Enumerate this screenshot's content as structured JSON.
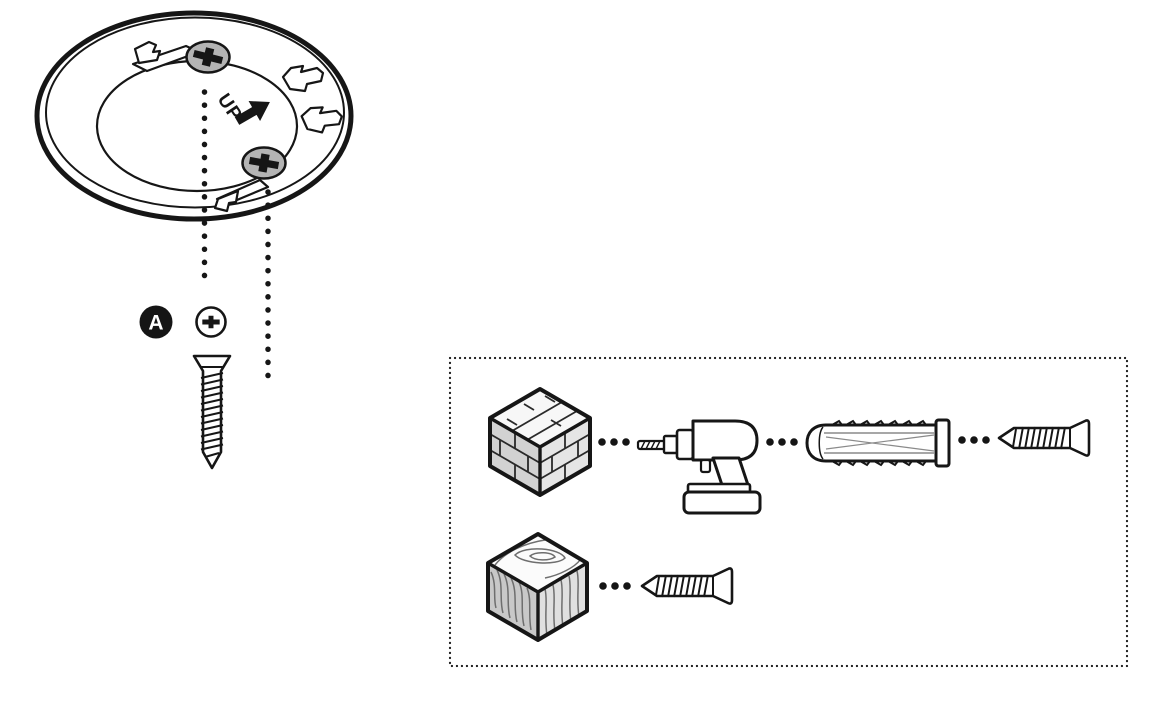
{
  "page": {
    "background": "#ffffff"
  },
  "colors": {
    "ink": "#161616",
    "screw_head_gray": "#b4b4b4",
    "brick_top": "#f7f7f7",
    "brick_left": "#d2d2d2",
    "brick_right": "#e5e5e5",
    "wood_top": "#fbfbfb",
    "wood_left": "#c8c8c8",
    "wood_right": "#e0e0e0"
  },
  "plate_diagram": {
    "up_label": "UP",
    "icons": [
      "mounting-plate",
      "phillips-screw-head-icon",
      "phillips-screw-head-icon",
      "mounting-tab-icon",
      "mounting-tab-icon",
      "mounting-tab-icon",
      "mounting-tab-icon",
      "up-arrow-icon",
      "dotted-guide-line",
      "dotted-guide-line"
    ]
  },
  "part_callout": {
    "label": "A",
    "icons": [
      "screw-head-top-view-icon",
      "screw-side-view-icon"
    ]
  },
  "hardware_guide": {
    "rows": [
      {
        "surface_icon": "brick-wall-icon",
        "sequence_icons": [
          "drill-icon",
          "wall-anchor-icon",
          "screw-icon"
        ],
        "separator_icon": "ellipsis-dots-icon"
      },
      {
        "surface_icon": "wood-block-icon",
        "sequence_icons": [
          "screw-icon"
        ],
        "separator_icon": "ellipsis-dots-icon"
      }
    ]
  }
}
